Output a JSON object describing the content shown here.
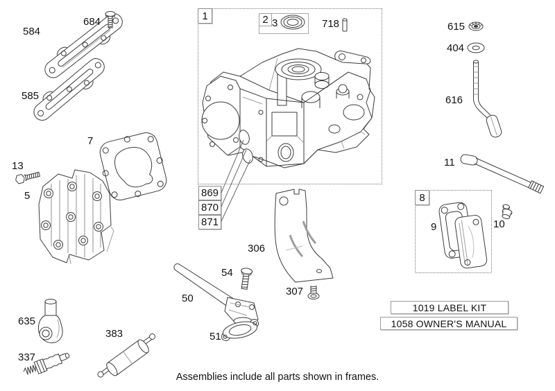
{
  "diagram": {
    "footer": "Assemblies include all parts shown in frames.",
    "frames": {
      "frame1": "1",
      "frame2": "2",
      "frame8": "8"
    },
    "callout_boxes": {
      "b869": "869",
      "b870": "870",
      "b871": "871"
    },
    "info_boxes": {
      "label_kit": "1019 LABEL KIT",
      "owners_manual": "1058 OWNER'S MANUAL"
    },
    "part_labels": {
      "p584": "584",
      "p684": "684",
      "p585": "585",
      "p7": "7",
      "p13": "13",
      "p5": "5",
      "p635": "635",
      "p337": "337",
      "p383": "383",
      "p3": "3",
      "p718": "718",
      "p306": "306",
      "p307": "307",
      "p50": "50",
      "p54": "54",
      "p51": "51",
      "p615": "615",
      "p404": "404",
      "p616": "616",
      "p11": "11",
      "p9": "9",
      "p10": "10"
    },
    "colors": {
      "line": "#3a3a3a",
      "shade": "#9e9e9e",
      "background": "#ffffff",
      "frame_border": "#777777"
    }
  }
}
